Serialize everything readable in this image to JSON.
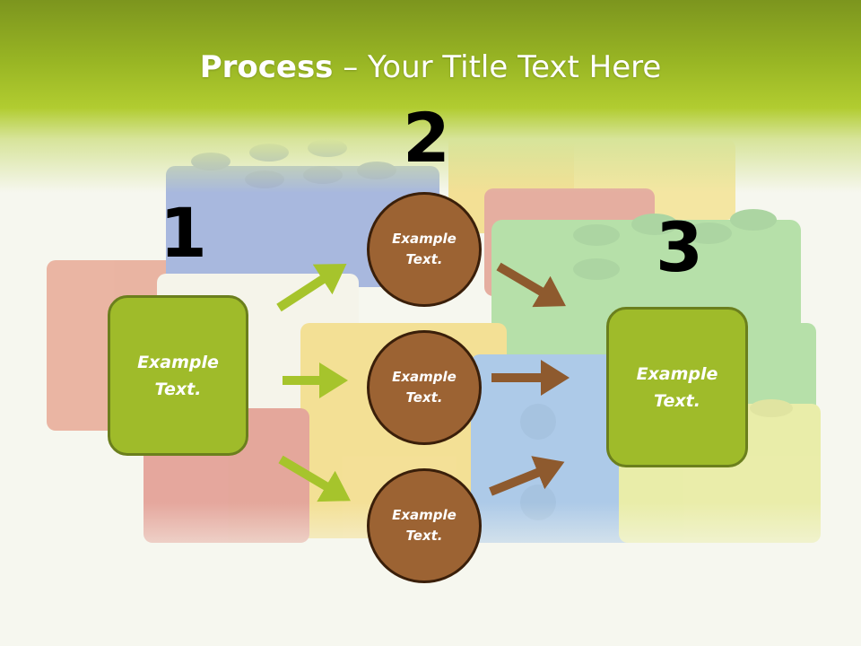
{
  "title": {
    "bold": "Process",
    "rest": " – Your Title Text Here"
  },
  "steps": {
    "one": {
      "number": "1",
      "box_text": "Example\nText."
    },
    "two": {
      "number": "2",
      "circles": [
        "Example\nText.",
        "Example\nText.",
        "Example\nText."
      ]
    },
    "three": {
      "number": "3",
      "box_text": "Example\nText."
    }
  },
  "colors": {
    "green_accent": "#9fbb2a",
    "brown_accent": "#9c6333",
    "green_arrow": "#a6c42c",
    "brown_arrow": "#8e5a2e"
  }
}
